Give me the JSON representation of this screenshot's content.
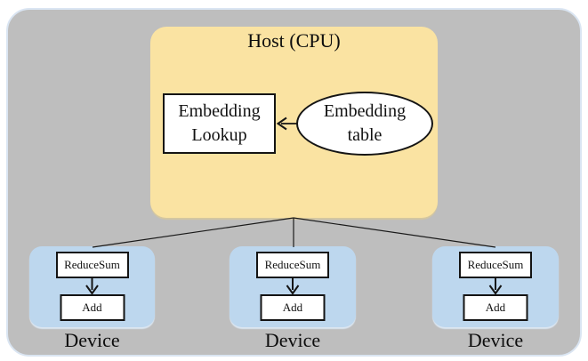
{
  "host": {
    "title": "Host (CPU)",
    "lookup_label": "Embedding Lookup",
    "table_label": "Embedding table"
  },
  "devices": [
    {
      "reduce_op": "ReduceSum",
      "add_op": "Add",
      "label": "Device"
    },
    {
      "reduce_op": "ReduceSum",
      "add_op": "Add",
      "label": "Device"
    },
    {
      "reduce_op": "ReduceSum",
      "add_op": "Add",
      "label": "Device"
    }
  ],
  "colors": {
    "panel_background": "#bebebe",
    "panel_border": "#dae5f2",
    "host_fill": "#fae3a2",
    "device_fill": "#bdd7ee",
    "node_fill": "#ffffff",
    "stroke": "#141414"
  }
}
